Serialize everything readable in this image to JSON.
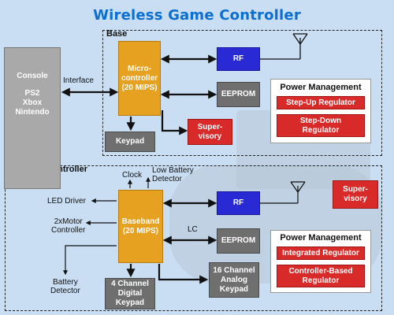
{
  "title": "Wireless Game Controller",
  "base": {
    "label": "Base",
    "microcontroller": "Micro-\ncontroller\n(20 MIPS)",
    "rf": "RF",
    "eeprom": "EEPROM",
    "keypad": "Keypad",
    "supervisory": "Super-\nvisory",
    "power": {
      "title": "Power Management",
      "items": [
        "Step-Up Regulator",
        "Step-Down\nRegulator"
      ]
    }
  },
  "console": {
    "title": "Console",
    "lines": "PS2\nXbox\nNintendo"
  },
  "interface_label": "Interface",
  "handset": {
    "label": "Handset Controller",
    "baseband": "Baseband\n(20 MIPS)",
    "rf": "RF",
    "supervisory": "Super-\nvisory",
    "eeprom": "EEPROM",
    "digital_keypad": "4 Channel\nDigital\nKeypad",
    "analog_keypad": "16 Channel\nAnalog\nKeypad",
    "clock": "Clock",
    "low_battery": "Low Battery\nDetector",
    "led_driver": "LED Driver",
    "motor_controller": "2xMotor\nController",
    "battery_detector": "Battery\nDetector",
    "lc": "LC",
    "power": {
      "title": "Power Management",
      "items": [
        "Integrated Regulator",
        "Controller-Based\nRegulator"
      ]
    }
  },
  "colors": {
    "title": "#0a6fd0",
    "processor": "#e5a11f",
    "rf": "#2a2ad4",
    "memory": "#6f6f6f",
    "regulator": "#d92a2a",
    "background": "#c9ddf3"
  }
}
